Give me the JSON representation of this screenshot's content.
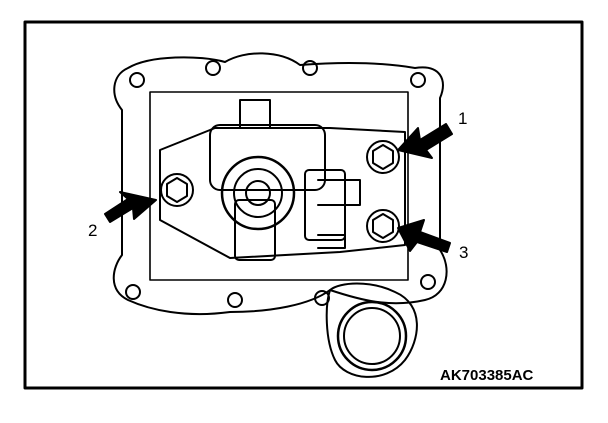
{
  "figure": {
    "reference_code": "AK703385AC",
    "callouts": [
      {
        "label": "1",
        "target": "bolt"
      },
      {
        "label": "2",
        "target": "bolt"
      },
      {
        "label": "3",
        "target": "bolt"
      }
    ],
    "line_color": "#000000",
    "background_color": "#ffffff"
  }
}
